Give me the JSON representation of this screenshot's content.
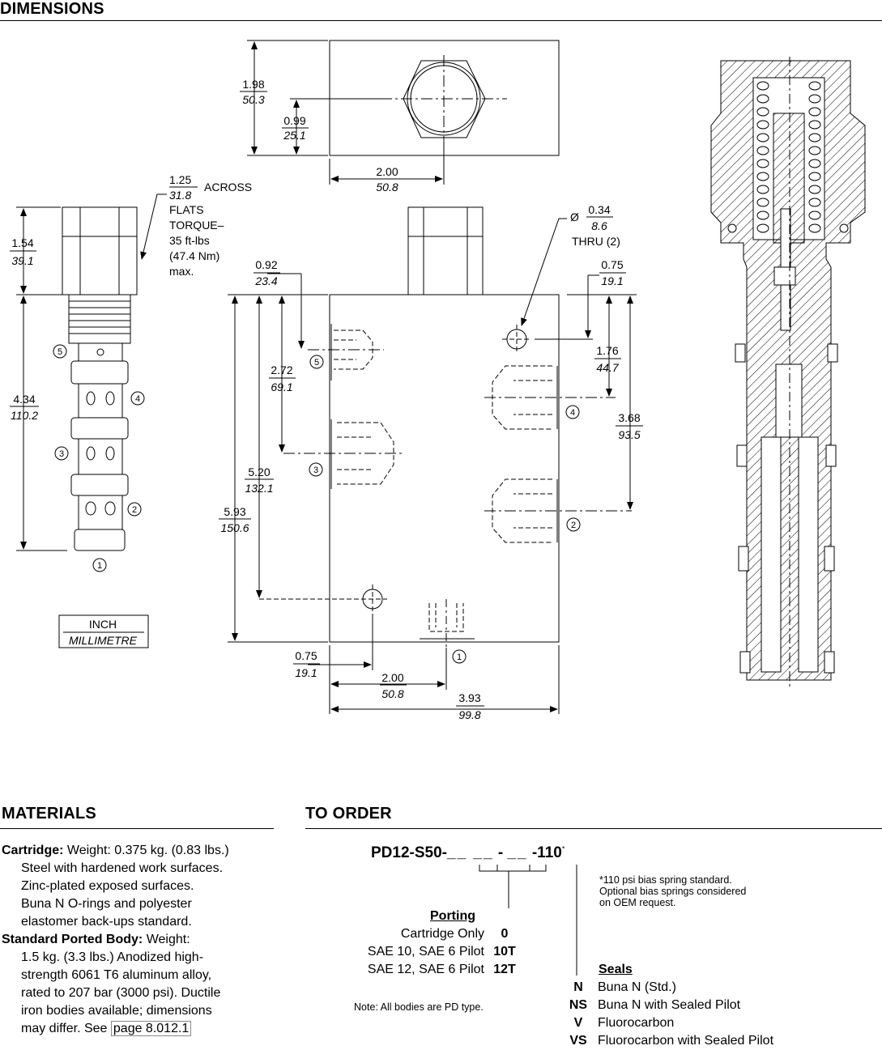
{
  "headers": {
    "dimensions": "DIMENSIONS",
    "materials": "MATERIALS",
    "to_order": "TO ORDER"
  },
  "dims": {
    "top_height_in": "1.98",
    "top_height_mm": "50.3",
    "top_center_in": "0.99",
    "top_center_mm": "25.1",
    "top_width_in": "2.00",
    "top_width_mm": "50.8",
    "flats_in": "1.25",
    "flats_mm": "31.8",
    "flats_text": [
      "ACROSS",
      "FLATS",
      "TORQUE–",
      "35 ft-lbs",
      "(47.4 Nm)",
      "max."
    ],
    "hex_in": "1.54",
    "hex_mm": "39.1",
    "body_in": "4.34",
    "body_mm": "110.2",
    "d092_in": "0.92",
    "d092_mm": "23.4",
    "d272_in": "2.72",
    "d272_mm": "69.1",
    "d520_in": "5.20",
    "d520_mm": "132.1",
    "d593_in": "5.93",
    "d593_mm": "150.6",
    "hole_prefix": "Ø",
    "hole_in": "0.34",
    "hole_mm": "8.6",
    "hole_note": "THRU (2)",
    "r075_in": "0.75",
    "r075_mm": "19.1",
    "r176_in": "1.76",
    "r176_mm": "44.7",
    "r368_in": "3.68",
    "r368_mm": "93.5",
    "b075_in": "0.75",
    "b075_mm": "19.1",
    "b200_in": "2.00",
    "b200_mm": "50.8",
    "b393_in": "3.93",
    "b393_mm": "99.8",
    "legend_top": "INCH",
    "legend_bottom": "MILLIMETRE",
    "port_labels": [
      "1",
      "2",
      "3",
      "4",
      "5"
    ]
  },
  "materials": {
    "cartridge_label": "Cartridge:",
    "cartridge_text": "Weight: 0.375 kg. (0.83 lbs.)",
    "cartridge_lines": [
      "Steel with hardened work surfaces.",
      "Zinc-plated exposed surfaces.",
      "Buna N O-rings and polyester",
      "elastomer back-ups standard."
    ],
    "body_label": "Standard Ported Body:",
    "body_text": "Weight:",
    "body_lines": [
      "1.5 kg. (3.3 lbs.) Anodized high-",
      "strength 6061 T6 aluminum alloy,",
      "rated to 207 bar (3000 psi). Ductile",
      "iron bodies available; dimensions"
    ],
    "body_last_prefix": "may differ. See",
    "body_link": "page 8.012.1"
  },
  "order": {
    "code_prefix": "PD12-S50-",
    "code_blank1": "__ __",
    "code_dash": "-",
    "code_blank2": "__",
    "code_suffix": "-110",
    "code_star": "*",
    "spring_note": [
      "*110 psi bias spring standard.",
      "Optional bias springs considered",
      "on OEM request."
    ],
    "porting_title": "Porting",
    "porting_rows": [
      {
        "desc": "Cartridge Only",
        "code": "0"
      },
      {
        "desc": "SAE 10, SAE 6 Pilot",
        "code": "10T"
      },
      {
        "desc": "SAE 12, SAE 6 Pilot",
        "code": "12T"
      }
    ],
    "body_note": "Note: All bodies are PD type.",
    "seals_title": "Seals",
    "seals_rows": [
      {
        "code": "N",
        "desc": "Buna N (Std.)"
      },
      {
        "code": "NS",
        "desc": "Buna N with Sealed Pilot"
      },
      {
        "code": "V",
        "desc": "Fluorocarbon"
      },
      {
        "code": "VS",
        "desc": "Fluorocarbon with Sealed Pilot"
      }
    ]
  }
}
